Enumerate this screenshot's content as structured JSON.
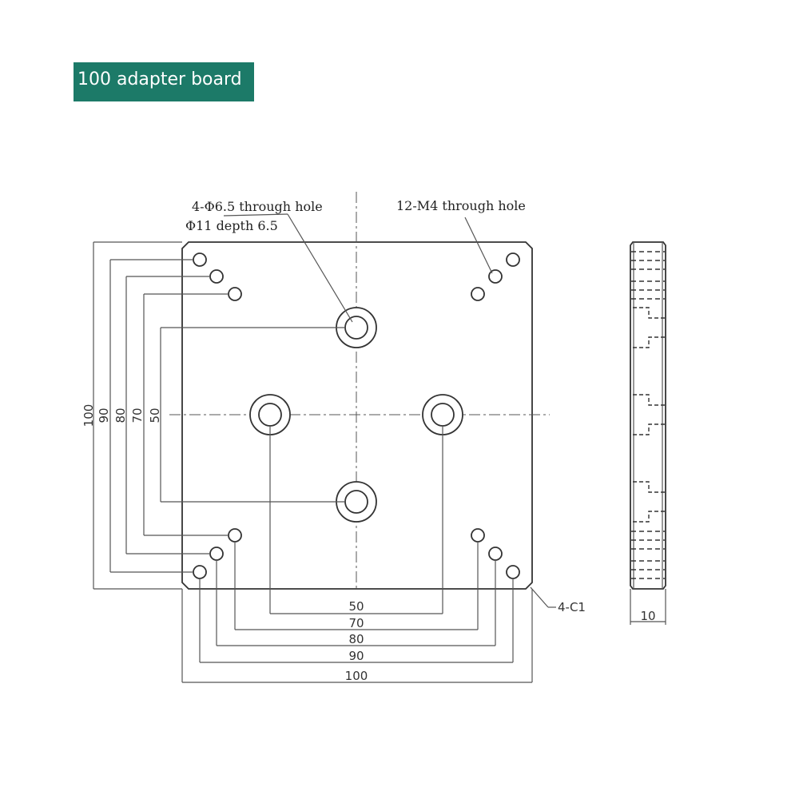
{
  "title": "100 adapter board",
  "colors": {
    "banner": "#1c7a68",
    "line": "#333333"
  },
  "annotations": {
    "through_hole_large": "4-Φ6.5 through hole",
    "counterbore": "Φ11 depth 6.5",
    "through_hole_small": "12-M4 through hole",
    "chamfer": "4-C1"
  },
  "dimensions": {
    "horizontal": [
      "50",
      "70",
      "80",
      "90",
      "100"
    ],
    "vertical": [
      "100",
      "90",
      "80",
      "70",
      "50"
    ],
    "thickness": "10"
  }
}
